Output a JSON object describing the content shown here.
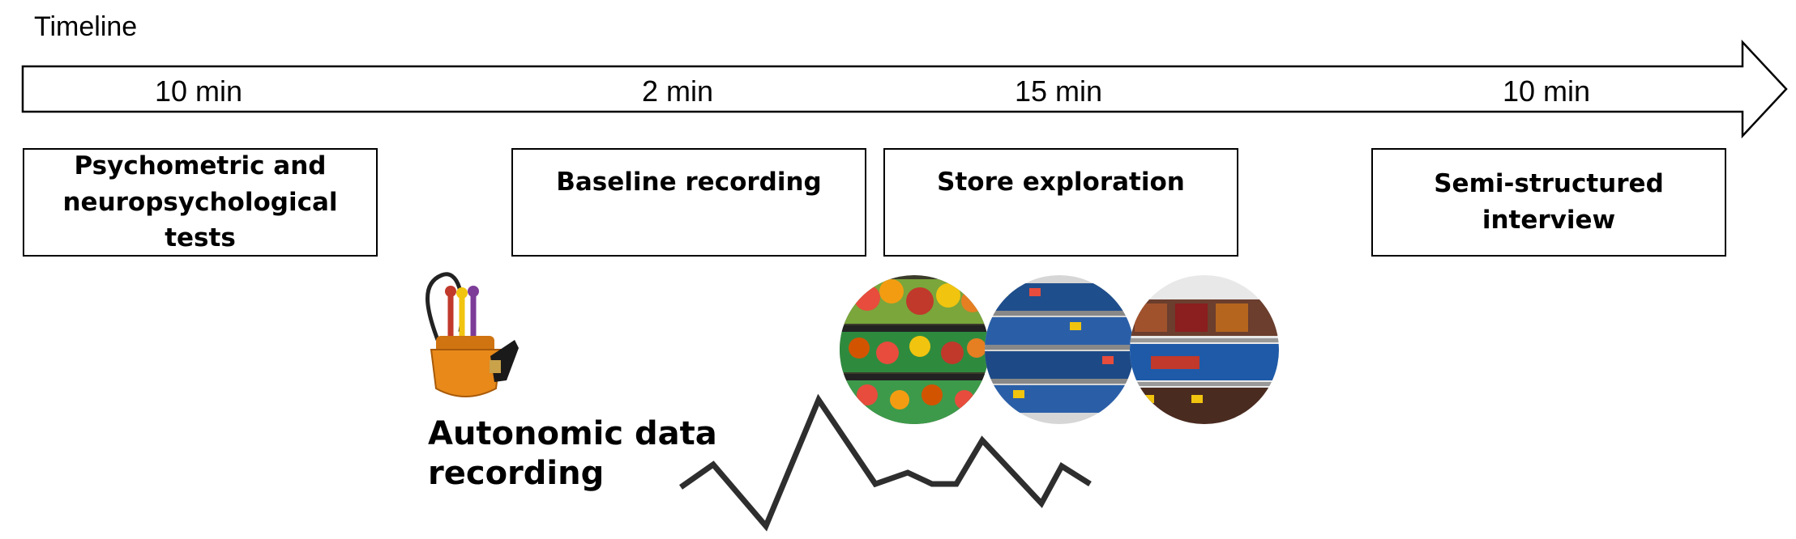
{
  "timeline": {
    "title": "Timeline",
    "durations": [
      "10 min",
      "2 min",
      "15 min",
      "10 min"
    ]
  },
  "phases": [
    {
      "label": "Psychometric and\nneuropsychological tests"
    },
    {
      "label": "Baseline recording"
    },
    {
      "label": "Store exploration"
    },
    {
      "label": "Semi-structured\ninterview"
    }
  ],
  "recording": {
    "label": "Autonomic data\nrecording"
  },
  "colors": {
    "device_orange": "#e8891a",
    "signal_gray": "#2e2e2e"
  }
}
